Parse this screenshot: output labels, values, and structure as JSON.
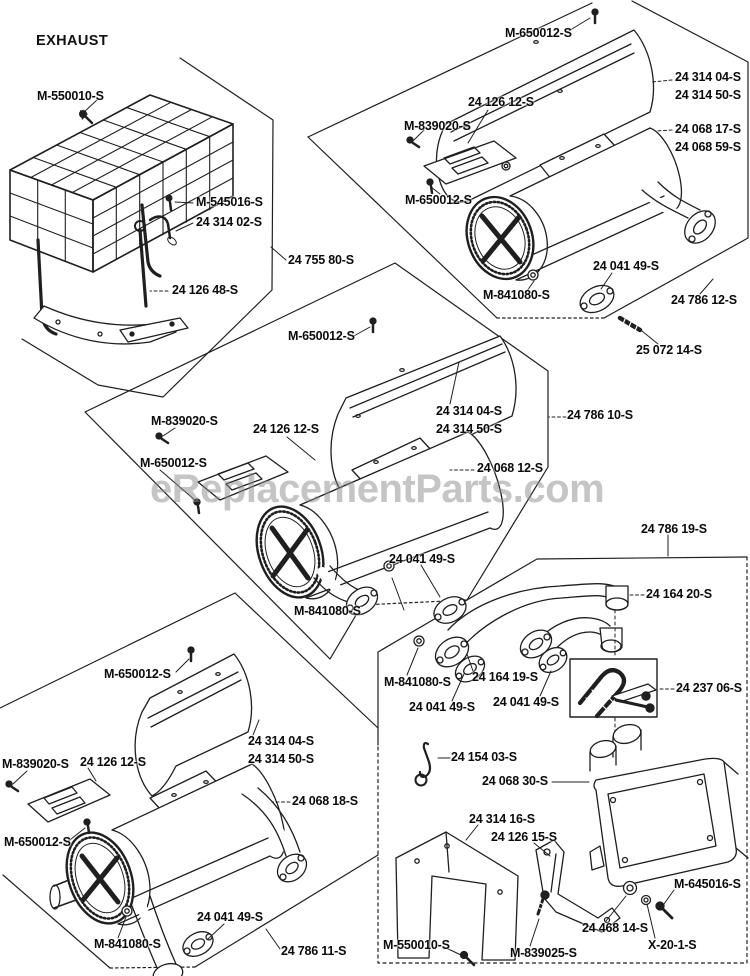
{
  "title": "EXHAUST",
  "watermark": "eReplacementParts.com",
  "colors": {
    "line": "#1f1f1f",
    "label": "#0b0b0b",
    "watermark_gray": "#8c8c8c"
  },
  "groups": [
    {
      "name": "grille-guard-assembly",
      "labels": [
        "M-550010-S",
        "M-545016-S",
        "24 314 02-S",
        "24 755 80-S",
        "24 126 48-S"
      ]
    },
    {
      "name": "muffler-assembly-top-right",
      "labels": [
        "M-650012-S",
        "24 314 04-S",
        "24 314 50-S",
        "24 126 12-S",
        "M-839020-S",
        "24 068 17-S",
        "24 068 59-S",
        "M-650012-S",
        "24 041 49-S",
        "M-841080-S",
        "24 786 12-S",
        "25 072 14-S"
      ]
    },
    {
      "name": "muffler-assembly-middle",
      "labels": [
        "M-650012-S",
        "M-839020-S",
        "24 126 12-S",
        "24 314 04-S",
        "24 314 50-S",
        "24 786 10-S",
        "M-650012-S",
        "24 068 12-S",
        "24 041 49-S",
        "M-841080-S"
      ]
    },
    {
      "name": "muffler-assembly-bottom-left",
      "labels": [
        "M-650012-S",
        "24 314 04-S",
        "24 314 50-S",
        "M-839020-S",
        "24 126 12-S",
        "24 068 18-S",
        "M-650012-S",
        "24 041 49-S",
        "M-841080-S",
        "24 786 11-S"
      ]
    },
    {
      "name": "exhaust-pipe-canister-assembly",
      "labels": [
        "24 786 19-S",
        "24 164 20-S",
        "M-841080-S",
        "24 164 19-S",
        "24 041 49-S",
        "24 041 49-S",
        "24 237 06-S",
        "24 154 03-S",
        "24 068 30-S",
        "24 314 16-S",
        "24 126 15-S",
        "M-645016-S",
        "24 468 14-S",
        "X-20-1-S",
        "M-550010-S",
        "M-839025-S"
      ]
    }
  ]
}
